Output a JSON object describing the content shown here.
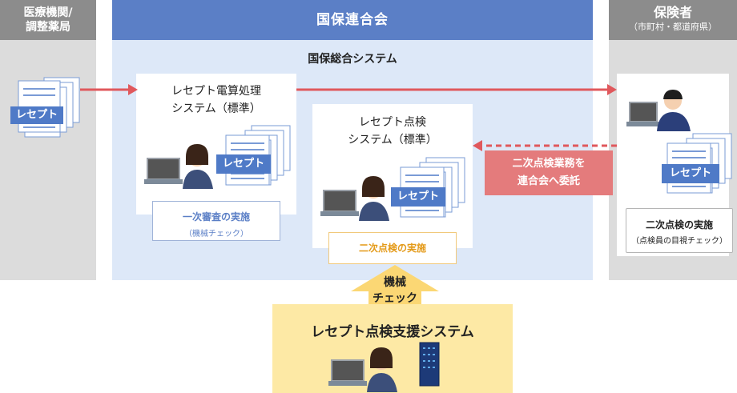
{
  "columns": {
    "medical": {
      "title_line1": "医療機関/",
      "title_line2": "調整薬局"
    },
    "union": {
      "title": "国保連合会",
      "system_title": "国保総合システム"
    },
    "insurer": {
      "title": "保険者",
      "subtitle": "（市町村・都道府県）"
    }
  },
  "document_label": "レセプト",
  "systems": {
    "computation": {
      "title_line1": "レセプト電算処理",
      "title_line2": "システム（標準）",
      "action": "一次審査の実施",
      "action_sub": "（機械チェック）"
    },
    "inspection": {
      "title_line1": "レセプト点検",
      "title_line2": "システム（標準）",
      "action": "二次点検の実施"
    }
  },
  "insurer_action": {
    "label": "二次点検の実施",
    "sub": "（点検員の目視チェック）"
  },
  "delegation": {
    "line1": "二次点検業務を",
    "line2": "連合会へ委託"
  },
  "machine_check": {
    "line1": "機械",
    "line2": "チェック"
  },
  "support_system": {
    "title": "レセプト点検支援システム"
  },
  "colors": {
    "union_header": "#5b7fc6",
    "union_body": "#dde8f8",
    "column_header": "#8c8c8c",
    "column_body": "#dcdcdc",
    "arrow_red": "#e0585c",
    "delegation_box": "#e47b7c",
    "support_box": "#fde9a5",
    "up_arrow": "#fbd774",
    "document_label": "#4f7ac7"
  }
}
